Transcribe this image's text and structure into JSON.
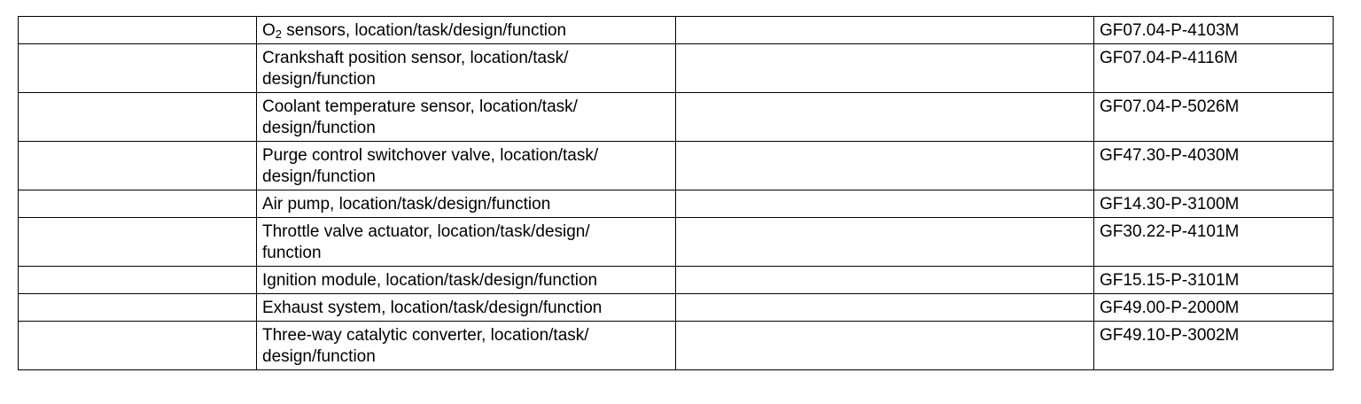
{
  "rows": [
    {
      "col1": "",
      "desc": {
        "prefix": "O",
        "sub": "2",
        "lines": [
          " sensors, location/task/design/function"
        ]
      },
      "col3": "",
      "code": "GF07.04-P-4103M"
    },
    {
      "col1": "",
      "desc": {
        "lines": [
          "Crankshaft position sensor, location/task/",
          "design/function"
        ]
      },
      "col3": "",
      "code": "GF07.04-P-4116M"
    },
    {
      "col1": "",
      "desc": {
        "lines": [
          "Coolant temperature sensor, location/task/",
          "design/function"
        ]
      },
      "col3": "",
      "code": "GF07.04-P-5026M"
    },
    {
      "col1": "",
      "desc": {
        "lines": [
          "Purge control switchover valve, location/task/",
          "design/function"
        ]
      },
      "col3": "",
      "code": "GF47.30-P-4030M"
    },
    {
      "col1": "",
      "desc": {
        "lines": [
          "Air pump, location/task/design/function"
        ]
      },
      "col3": "",
      "code": "GF14.30-P-3100M"
    },
    {
      "col1": "",
      "desc": {
        "lines": [
          "Throttle valve actuator, location/task/design/",
          "function"
        ]
      },
      "col3": "",
      "code": "GF30.22-P-4101M"
    },
    {
      "col1": "",
      "desc": {
        "lines": [
          "Ignition module, location/task/design/function"
        ]
      },
      "col3": "",
      "code": "GF15.15-P-3101M"
    },
    {
      "col1": "",
      "desc": {
        "lines": [
          "Exhaust system, location/task/design/function"
        ]
      },
      "col3": "",
      "code": "GF49.00-P-2000M"
    },
    {
      "col1": "",
      "desc": {
        "lines": [
          "Three-way catalytic converter, location/task/",
          "design/function"
        ]
      },
      "col3": "",
      "code": "GF49.10-P-3002M"
    }
  ]
}
